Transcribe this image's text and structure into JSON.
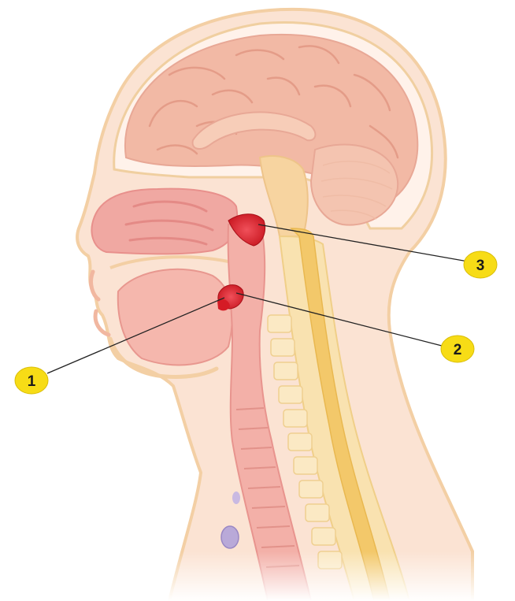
{
  "diagram": {
    "subject": "sagittal-section-head-neck",
    "colors": {
      "brain": "#f2b9a5",
      "brain_fold": "#e49c88",
      "skin": "#f9d9c4",
      "outline": "#f3cfa4",
      "airway": "#f0a8a2",
      "airway_dark": "#e8908c",
      "spine": "#f6d68c",
      "spinal_cord": "#f3c86a",
      "tonsil": "#e2232e",
      "callout_badge": "#f7dc16",
      "leader_line": "#222222"
    }
  },
  "callouts": [
    {
      "id": "1",
      "label": "1"
    },
    {
      "id": "2",
      "label": "2"
    },
    {
      "id": "3",
      "label": "3"
    }
  ]
}
